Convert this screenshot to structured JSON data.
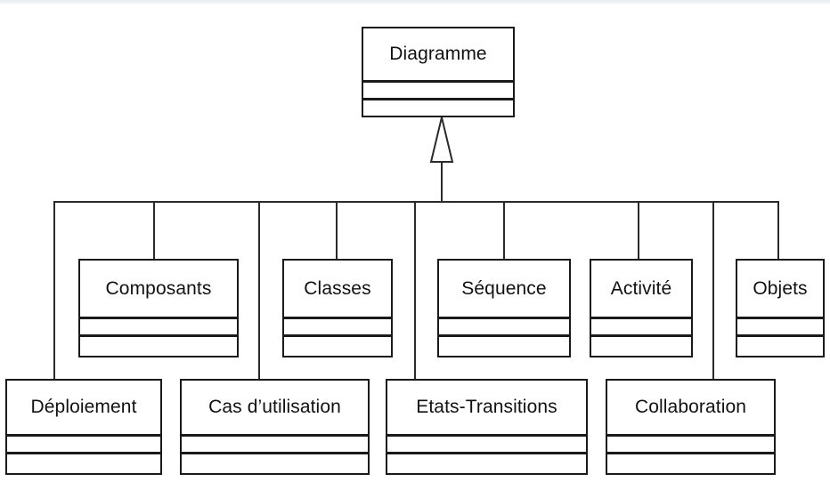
{
  "diagram": {
    "type": "uml-class-diagram",
    "title_visible": false,
    "language": "fr",
    "background_color": "#ffffff",
    "line_color": "#2a2a2a",
    "border_color": "#1a1a1a",
    "text_color": "#111111",
    "relationship": "generalization",
    "root": {
      "name": "Diagramme",
      "compartments": 3,
      "attributes": [],
      "operations": []
    },
    "subclasses": [
      {
        "name": "Composants",
        "row": "middle"
      },
      {
        "name": "Classes",
        "row": "middle"
      },
      {
        "name": "Séquence",
        "row": "middle"
      },
      {
        "name": "Activité",
        "row": "middle"
      },
      {
        "name": "Objets",
        "row": "middle"
      },
      {
        "name": "Déploiement",
        "row": "bottom"
      },
      {
        "name": "Cas d’utilisation",
        "row": "bottom"
      },
      {
        "name": "Etats-Transitions",
        "row": "bottom"
      },
      {
        "name": "Collaboration",
        "row": "bottom"
      }
    ]
  }
}
